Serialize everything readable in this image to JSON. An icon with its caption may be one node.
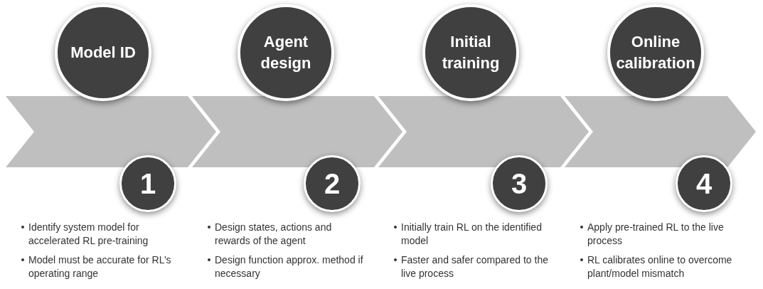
{
  "diagram": {
    "nodes": [
      {
        "text": [
          "Model ID"
        ],
        "beside": [
          "Identify system model for accelerated RL pre-training",
          "Model must be accurate for RL’s operating range"
        ]
      },
      {
        "text": [
          "1"
        ]
      },
      {
        "text": [
          "Agent design"
        ],
        "beside": [
          "Design states, actions and rewards of the agent",
          "Design function approx. method if necessary"
        ]
      },
      {
        "text": [
          "2"
        ]
      },
      {
        "text": [
          "Initial training"
        ],
        "beside": [
          "Initially train RL on the identified model",
          "Faster and safer compared to the live process"
        ]
      },
      {
        "text": [
          "3"
        ]
      },
      {
        "text": [
          "Online calibration"
        ],
        "beside": [
          "Apply pre-trained RL to the live process",
          "RL calibrates online to overcome plant/model mismatch"
        ]
      },
      {
        "text": [
          "4"
        ]
      },
      {
        "text": [],
        "shape": "chevron"
      },
      {
        "text": [],
        "shape": "chevron"
      },
      {
        "text": [],
        "shape": "chevron"
      },
      {
        "text": [],
        "shape": "chevron"
      }
    ]
  }
}
